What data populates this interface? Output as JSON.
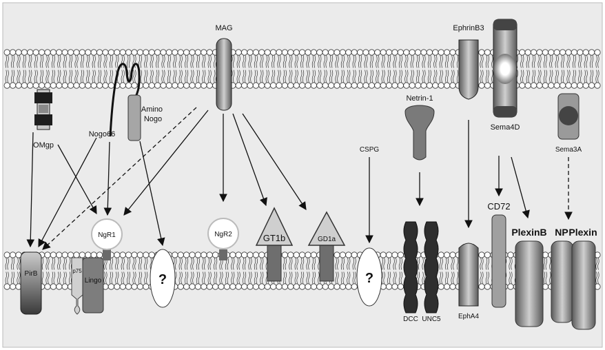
{
  "labels": {
    "mag": "MAG",
    "ephrinb3": "EphrinB3",
    "netrin1": "Netrin-1",
    "sema4d": "Sema4D",
    "sema3a": "Sema3A",
    "amino_nogo": "Amino\nNogo",
    "nogo66": "Nogo66",
    "omgp": "OMgp",
    "cspg": "CSPG",
    "ngr1": "NgR1",
    "ngr2": "NgR2",
    "gt1b": "GT1b",
    "gd1a": "GD1a",
    "cd72": "CD72",
    "plexinb": "PlexinB",
    "np": "NP",
    "plexin": "Plexin",
    "pirb": "PirB",
    "p75": "p75",
    "lingo": "Lingo",
    "dcc": "DCC",
    "unc5": "UNC5",
    "epha4": "EphA4",
    "unknown_receptor": "?"
  },
  "colors": {
    "background": "#ebebeb",
    "membrane_head": "#ffffff",
    "membrane_stroke": "#333333",
    "protein_dark": "#555555",
    "protein_mid": "#8a8a8a",
    "protein_light": "#bdbdbd"
  }
}
